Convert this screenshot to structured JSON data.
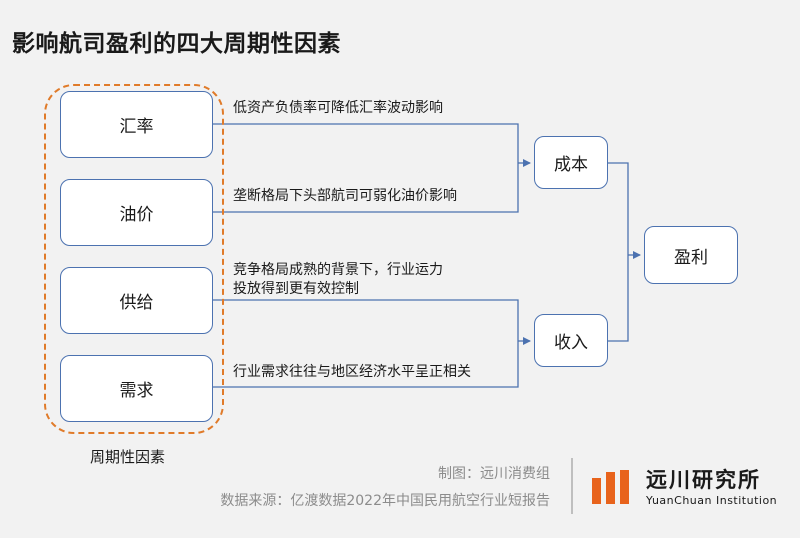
{
  "title": "影响航司盈利的四大周期性因素",
  "factors": [
    {
      "label": "汇率",
      "note": "低资产负债率可降低汇率波动影响"
    },
    {
      "label": "油价",
      "note": "垄断格局下头部航司可弱化油价影响"
    },
    {
      "label": "供给",
      "note_line1": "竞争格局成熟的背景下，行业运力",
      "note_line2": "投放得到更有效控制"
    },
    {
      "label": "需求",
      "note": "行业需求往往与地区经济水平呈正相关"
    }
  ],
  "group_label": "周期性因素",
  "cost": "成本",
  "income": "收入",
  "profit": "盈利",
  "footer": {
    "made_by": "制图：远川消费组",
    "source": "数据来源：亿渡数据2022年中国民用航空行业短报告"
  },
  "logo": {
    "cn": "远川研究所",
    "en": "YuanChuan Institution"
  },
  "colors": {
    "line": "#4c72b0",
    "dashed_group": "#e07b2a",
    "logo": "#e8631c"
  }
}
